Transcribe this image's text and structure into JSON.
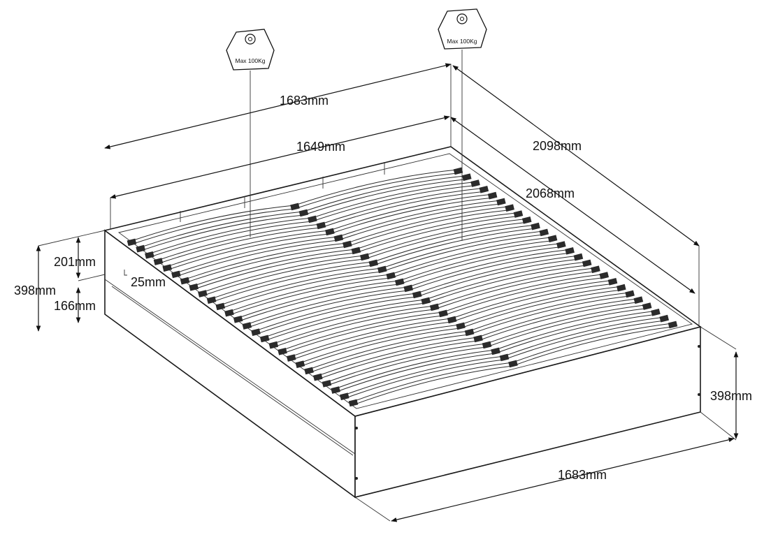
{
  "dimensions": {
    "overall_width_top": "1683mm",
    "inner_width": "1649mm",
    "overall_length": "2098mm",
    "inner_length": "2068mm",
    "headboard_upper_height": "201mm",
    "slat_offset": "25mm",
    "total_height_left": "398mm",
    "base_height": "166mm",
    "total_height_right": "398mm",
    "overall_width_bottom": "1683mm"
  },
  "weight_limits": [
    {
      "label": "Max 100Kg",
      "icon": "weight-icon"
    },
    {
      "label": "Max 100Kg",
      "icon": "weight-icon"
    }
  ]
}
